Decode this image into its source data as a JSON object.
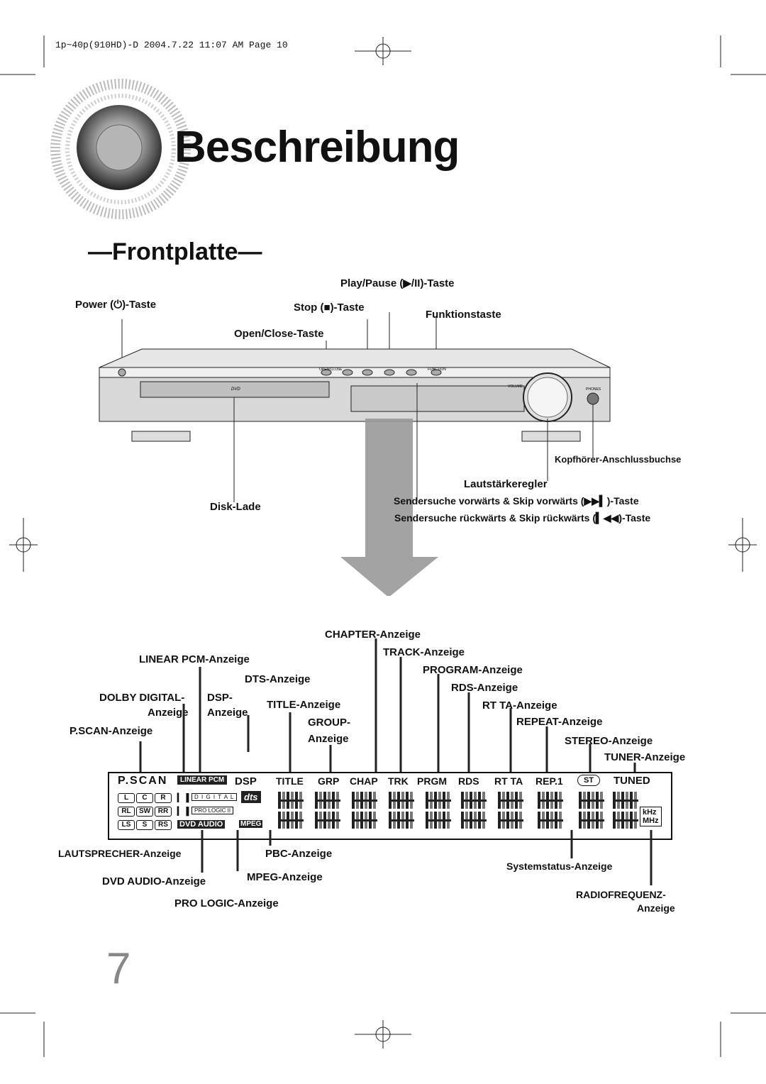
{
  "header": {
    "slug": "1p~40p(910HD)-D  2004.7.22  11:07 AM  Page 10"
  },
  "title": "Beschreibung",
  "section": "—Frontplatte—",
  "front": {
    "play_pause": "Play/Pause (",
    "play_pause_end": ")-Taste",
    "power": "Power (",
    "power_end": ")-Taste",
    "stop": "Stop (",
    "stop_end": ")-Taste",
    "function": "Funktionstaste",
    "open_close": "Open/Close-Taste",
    "headphone": "Kopfhörer-Anschlussbuchse",
    "volume": "Lautstärkeregler",
    "disc": "Disk-Lade",
    "skip_fwd": "Sendersuche vorwärts & Skip vorwärts (",
    "skip_fwd_end": ")-Taste",
    "skip_back": "Sendersuche rückwärts & Skip rückwärts (",
    "skip_back_end": ")-Taste",
    "device_open_close": "OPEN/CLOSE",
    "device_function": "FUNCTION",
    "device_volume": "VOLUME",
    "device_phones": "PHONES",
    "device_dvd": "DVD"
  },
  "display_labels": {
    "chapter": "CHAPTER-Anzeige",
    "track": "TRACK-Anzeige",
    "linear_pcm": "LINEAR PCM-Anzeige",
    "program": "PROGRAM-Anzeige",
    "dts": "DTS-Anzeige",
    "rds": "RDS-Anzeige",
    "dolby_digital_1": "DOLBY DIGITAL-",
    "dolby_digital_2": "Anzeige",
    "dsp_1": "DSP-",
    "dsp_2": "Anzeige",
    "title": "TITLE-Anzeige",
    "rt_ta": "RT TA-Anzeige",
    "group_1": "GROUP-",
    "group_2": "Anzeige",
    "repeat": "REPEAT-Anzeige",
    "pscan": "P.SCAN-Anzeige",
    "stereo": "STEREO-Anzeige",
    "tuner": "TUNER-Anzeige",
    "speaker": "LAUTSPRECHER-Anzeige",
    "pbc": "PBC-Anzeige",
    "system_status": "Systemstatus-Anzeige",
    "dvd_audio": "DVD AUDIO-Anzeige",
    "mpeg": "MPEG-Anzeige",
    "radio_1": "RADIOFREQUENZ-",
    "radio_2": "Anzeige",
    "pro_logic": "PRO LOGIC-Anzeige"
  },
  "display": {
    "pscan": "P.SCAN",
    "linear_pcm": "LINEAR PCM",
    "dsp": "DSP",
    "title": "TITLE",
    "grp": "GRP",
    "chap": "CHAP",
    "trk": "TRK",
    "prgm": "PRGM",
    "rds": "RDS",
    "rt_ta": "RT TA",
    "rep": "REP.1",
    "st": "ST",
    "tuned": "TUNED",
    "spk": [
      "L",
      "C",
      "R",
      "RL",
      "SW",
      "RR",
      "LS",
      "S",
      "RS"
    ],
    "digital": "D I G I T A L",
    "pro_logic": "PRO LOGIC II",
    "dvd_audio": "DVD AUDIO",
    "mpeg": "MPEG",
    "dts": "dts",
    "khz": "kHz",
    "mhz": "MHz"
  },
  "page_number": "7"
}
